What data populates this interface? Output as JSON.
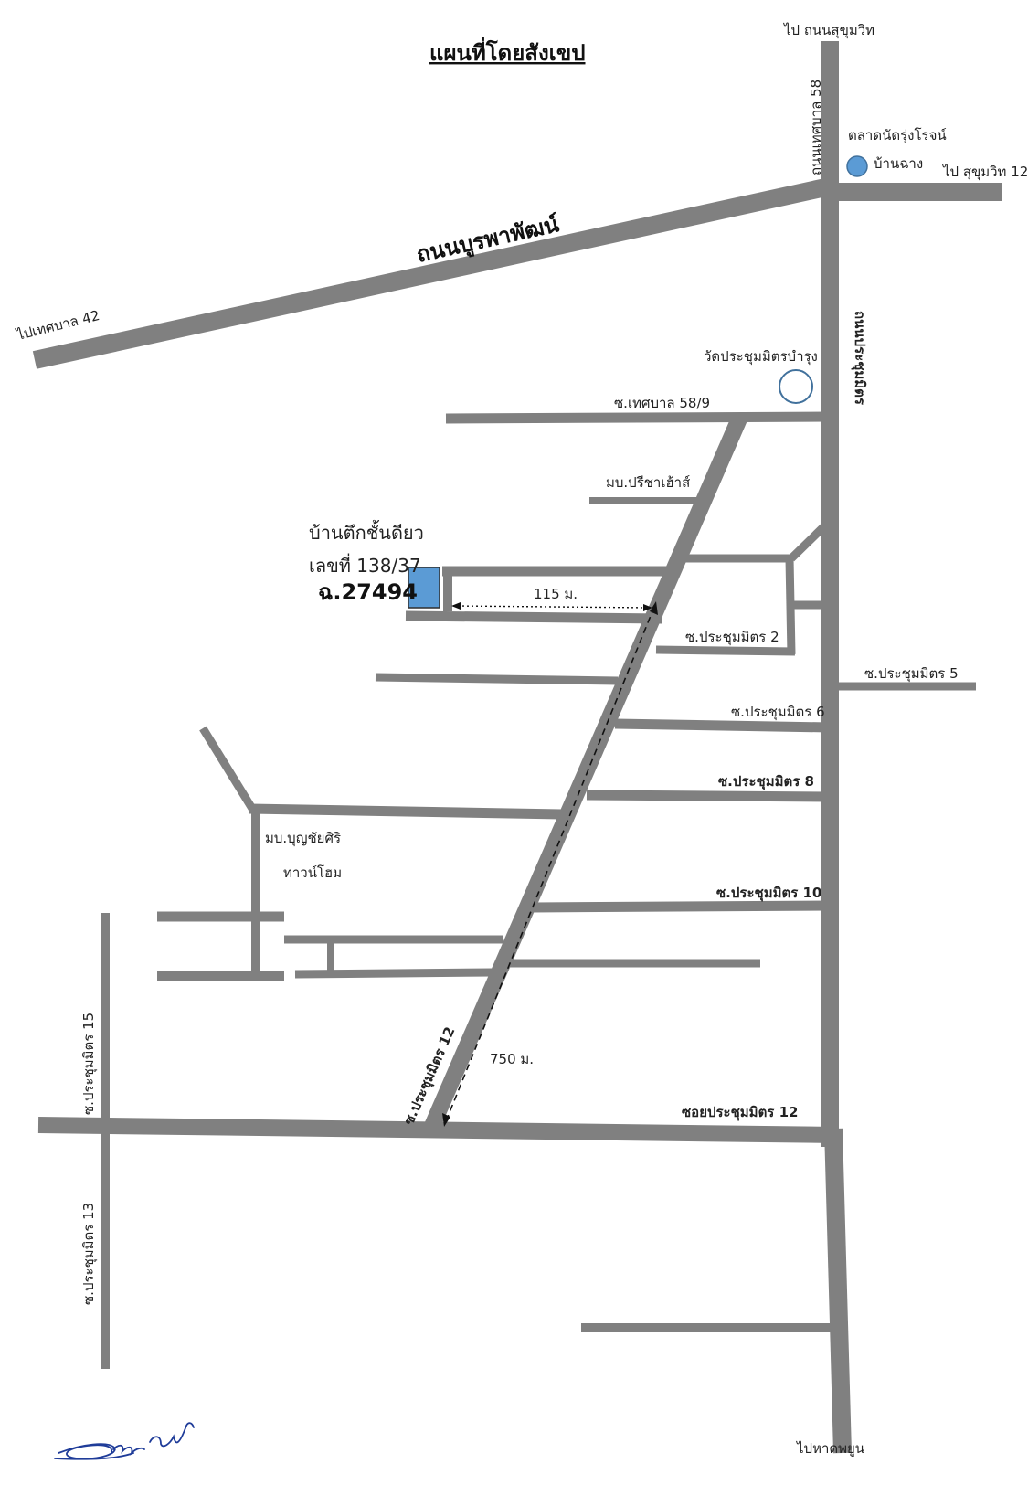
{
  "title": "แผนที่โดยสังเขป",
  "main_road": "ถนนบูรพาพัฒน์",
  "north_road": "ถนนเทศบาล 58",
  "east_main_road": "ถนนประชุมมิตร",
  "to_sukhumvit_top": "ไป ถนนสุขุมวิท",
  "to_sukhumvit_12": "ไป สุขุมวิท 12",
  "to_thetsaban_42": "ไปเทศบาล 42",
  "to_hat_phayun": "ไปหาดพยูน",
  "landmarks": {
    "market": "ตลาดนัดรุ่งโรจน์",
    "ban_chang": "บ้านฉาง",
    "temple": "วัดประชุมมิตรบำรุง",
    "village_preecha": "มบ.ปรีชาเฮ้าส์",
    "village_boonchai_1": "มบ.บุญชัยศิริ",
    "village_boonchai_2": "ทาวน์โฮม"
  },
  "property": {
    "line1": "บ้านตึกชั้นดียว",
    "line2": "เลขที่ 138/37",
    "code": "ฉ.27494",
    "color": "#5b9bd5"
  },
  "distances": {
    "short": "115 ม.",
    "long": "750 ม."
  },
  "sois": {
    "thetsaban_58_9": "ซ.เทศบาล 58/9",
    "pm2": "ซ.ประชุมมิตร 2",
    "pm5": "ซ.ประชุมมิตร 5",
    "pm6": "ซ.ประชุมมิตร 6",
    "pm8": "ซ.ประชุมมิตร 8",
    "pm10": "ซ.ประชุมมิตร 10",
    "pm12_diag": "ซ.ประชุมมิตร 12",
    "pm12_main": "ซอยประชุมมิตร 12",
    "pm15": "ซ.ประชุมมิตร 15",
    "pm13": "ซ.ประชุมมิตร 13"
  },
  "colors": {
    "road": "#808080",
    "landmark_fill": "#5b9bd5",
    "temple_stroke": "#41719c",
    "signature": "#1f3c99"
  }
}
